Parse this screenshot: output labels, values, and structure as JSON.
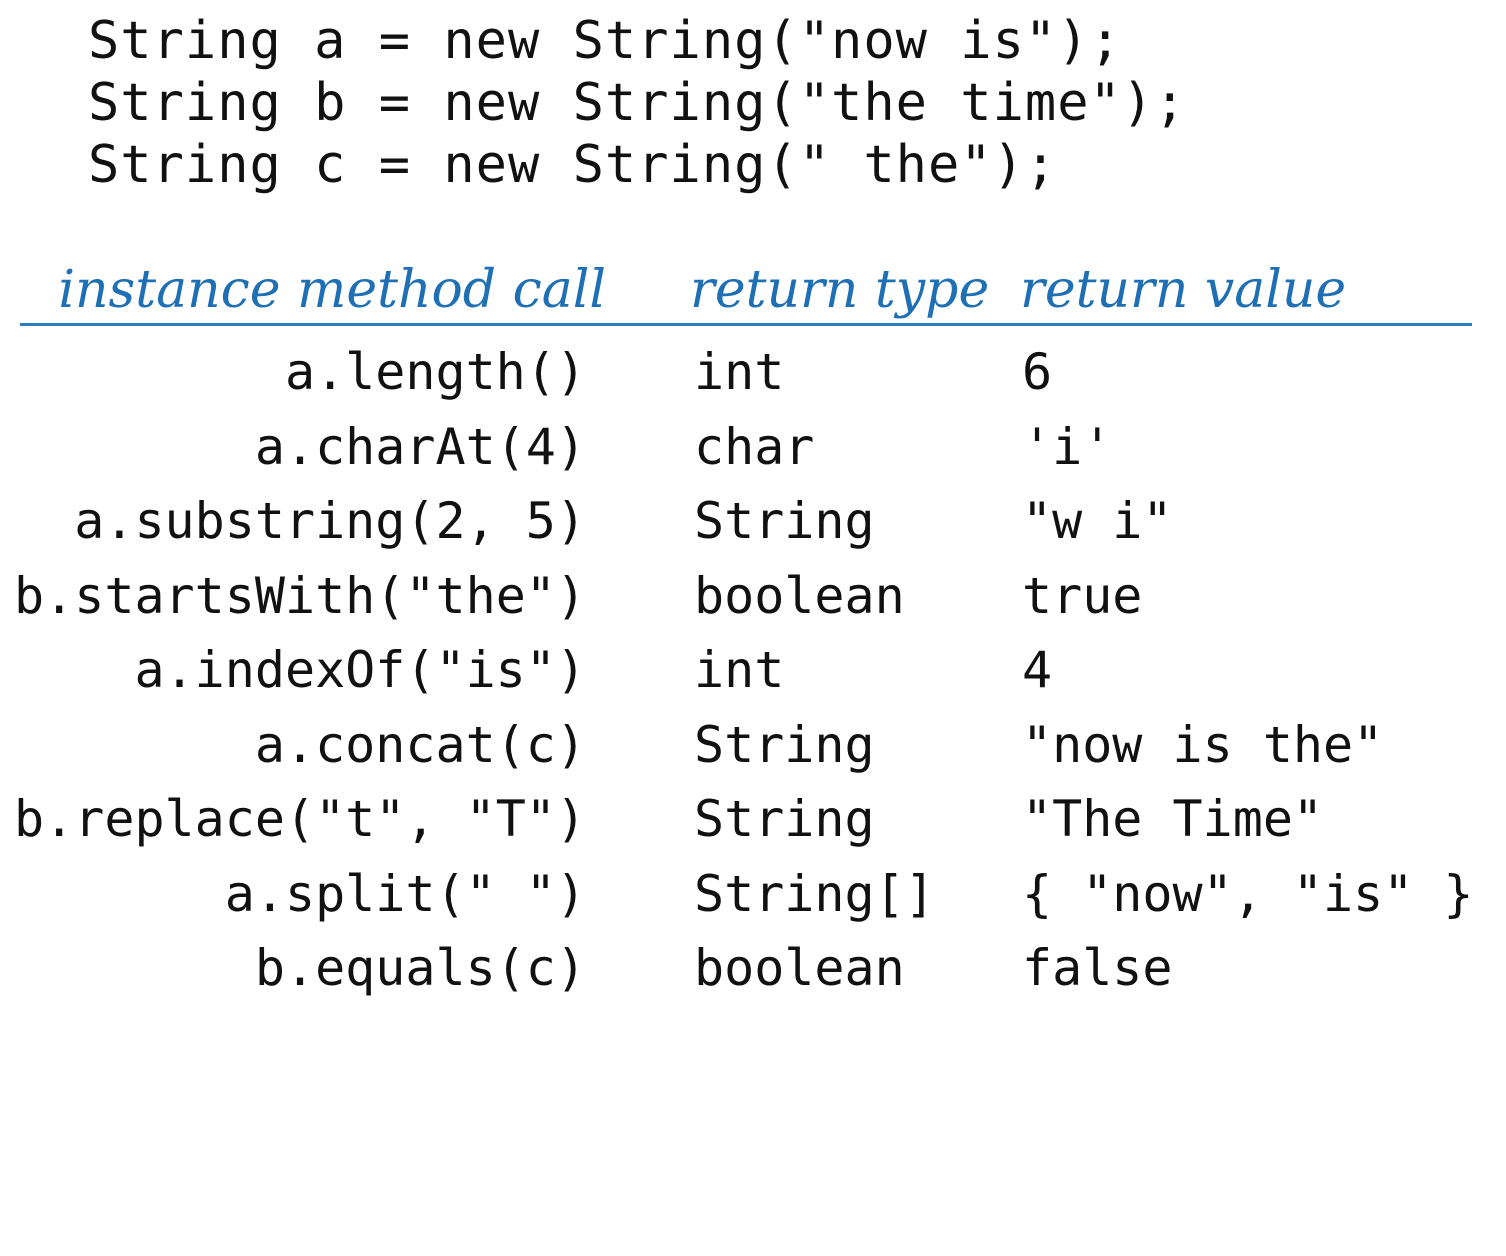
{
  "code": {
    "lines": [
      "String a = new String(\"now is\");",
      "String b = new String(\"the time\");",
      "String c = new String(\" the\");"
    ]
  },
  "table": {
    "headers": {
      "call": "instance method call",
      "type": "return type",
      "value": "return value"
    },
    "header_color": "#1f6fb4",
    "rows": [
      {
        "call": "a.length()",
        "type": "int",
        "value": "6"
      },
      {
        "call": "a.charAt(4)",
        "type": "char",
        "value": "'i'"
      },
      {
        "call": "a.substring(2, 5)",
        "type": "String",
        "value": "\"w i\""
      },
      {
        "call": "b.startsWith(\"the\")",
        "type": "boolean",
        "value": "true"
      },
      {
        "call": "a.indexOf(\"is\")",
        "type": "int",
        "value": "4"
      },
      {
        "call": "a.concat(c)",
        "type": "String",
        "value": "\"now is the\""
      },
      {
        "call": "b.replace(\"t\", \"T\")",
        "type": "String",
        "value": "\"The Time\""
      },
      {
        "call": "a.split(\" \")",
        "type": "String[]",
        "value": "{ \"now\", \"is\" }"
      },
      {
        "call": "b.equals(c)",
        "type": "boolean",
        "value": "false"
      }
    ]
  }
}
